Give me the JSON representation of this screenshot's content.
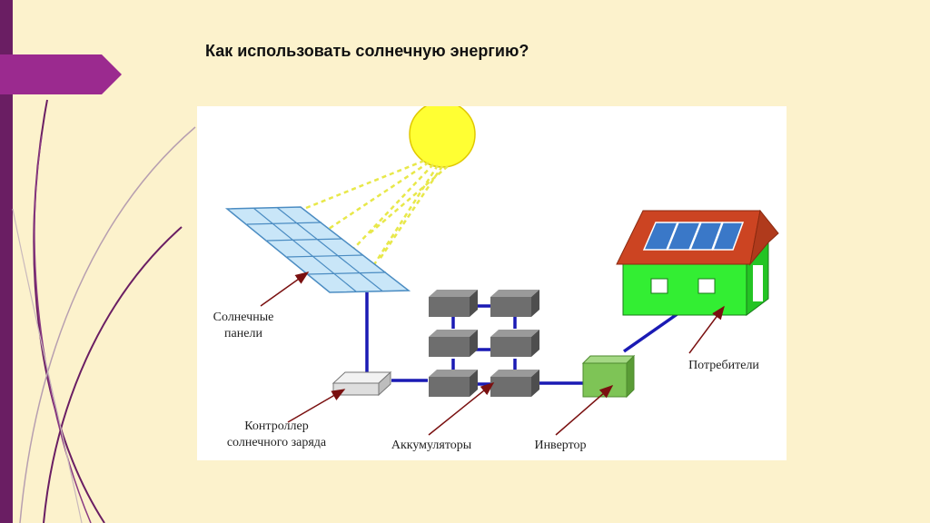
{
  "slide": {
    "title": "Как использовать солнечную энергию?"
  },
  "diagram": {
    "labels": {
      "solar_panels_line1": "Солнечные",
      "solar_panels_line2": "панели",
      "controller_line1": "Контроллер",
      "controller_line2": "солнечного заряда",
      "batteries": "Аккумуляторы",
      "inverter": "Инвертор",
      "consumers": "Потребители"
    },
    "colors": {
      "sun": "#ffff33",
      "wires": "#1a1ab4",
      "house_walls": "#33ee33",
      "roof": "#cc4422",
      "battery": "#6e6e6e",
      "inverter": "#7ec456",
      "arrow": "#7a1010",
      "accent": "#6a1e63"
    }
  }
}
